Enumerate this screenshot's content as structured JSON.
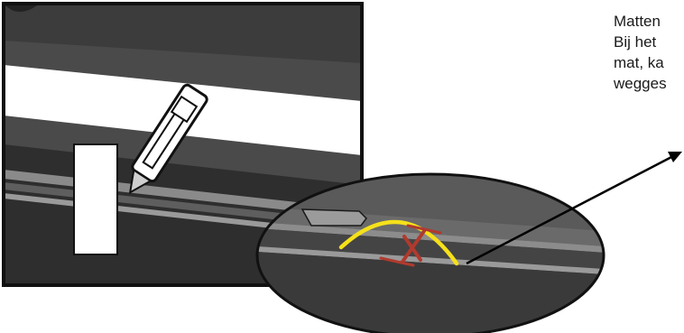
{
  "caption": {
    "lines": [
      "Matten",
      "Bij het",
      "mat, ka",
      "wegges"
    ]
  },
  "colors": {
    "outline": "#111111",
    "panel_dark": "#3a3a3a",
    "panel_mid": "#5a5a5a",
    "panel_light": "#8a8a8a",
    "tape": "#ffffff",
    "highlight_arc": "#f5e11a",
    "marker": "#b03a2e",
    "arrow": "#000000"
  },
  "icons": [
    "utility-knife-icon",
    "arrow-icon"
  ]
}
